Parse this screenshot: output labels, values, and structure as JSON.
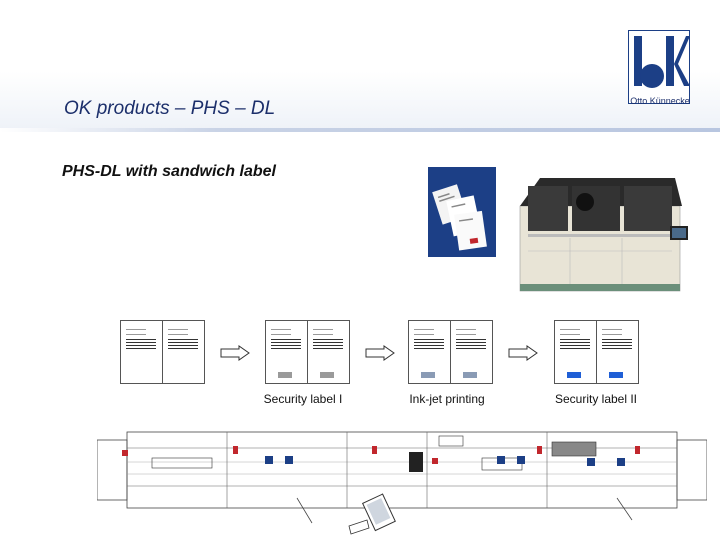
{
  "header": {
    "title": "OK products – PHS – DL"
  },
  "logo": {
    "company": "Otto Künnecke"
  },
  "content": {
    "subtitle": "PHS-DL with sandwich label"
  },
  "steps": [
    {
      "label": ""
    },
    {
      "label": "Security label I",
      "label_color": "#9a9a9a"
    },
    {
      "label": "Ink-jet printing",
      "label_color": "#8a9bb5"
    },
    {
      "label": "Security label II",
      "label_color": "#1f5fd6"
    }
  ],
  "colors": {
    "title": "#1c2f6b",
    "accent": "#1f5fd6",
    "logo": "#1c3f86"
  }
}
